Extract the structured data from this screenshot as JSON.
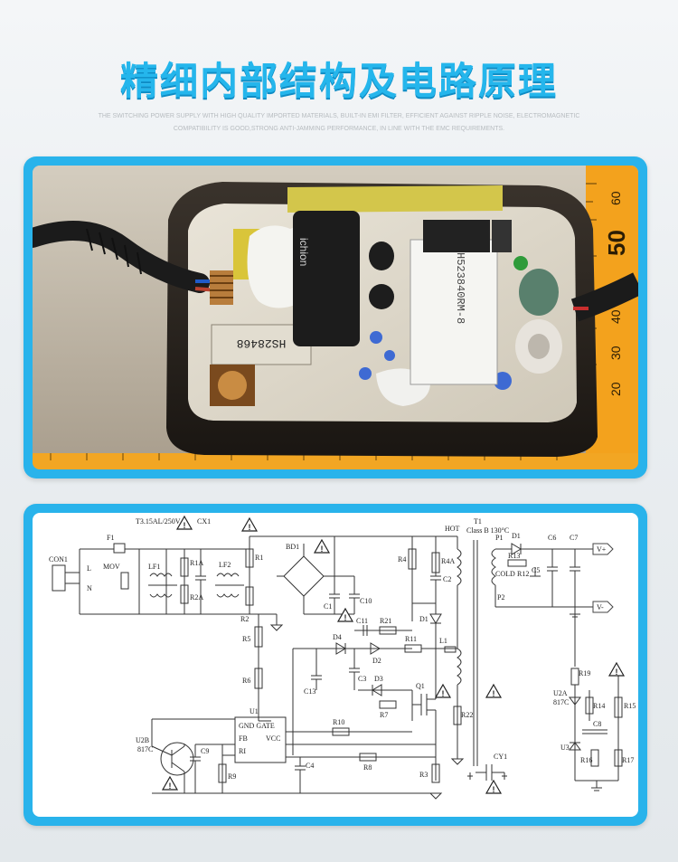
{
  "header": {
    "title": "精细内部结构及电路原理",
    "subtitle_line1": "THE SWITCHING POWER SUPPLY WITH HIGH QUALITY IMPORTED MATERIALS, BUILT-IN EMI FILTER, EFFICIENT AGAINST RIPPLE NOISE, ELECTROMAGNETIC",
    "subtitle_line2": "COMPATIBILITY IS GOOD,STRONG ANTI-JAMMING PERFORMANCE, IN LINE WITH THE EMC REQUIREMENTS."
  },
  "photo": {
    "labels": {
      "filter_part": "HS28468",
      "transformer_part": "H523840RM-8",
      "ruler_50": "50",
      "ruler_60": "60",
      "ruler_40": "40",
      "ruler_30": "30",
      "ruler_20": "20",
      "cap_brand": "ichion"
    }
  },
  "schematic": {
    "labels": {
      "con1": "CON1",
      "f1": "F1",
      "fuse_rating": "T3.15AL/250V",
      "cx1": "CX1",
      "mov": "MOV",
      "lf1": "LF1",
      "lf2": "LF2",
      "r1a": "R1A",
      "r2a": "R2A",
      "r1": "R1",
      "r2": "R2",
      "bd1": "BD1",
      "l": "L",
      "n": "N",
      "c1": "C1",
      "c10": "C10",
      "r4": "R4",
      "r4a": "R4A",
      "c2": "C2",
      "d1": "D1",
      "hot": "HOT",
      "t1": "T1",
      "t1_class": "Class B 130°C",
      "p1": "P1",
      "p2": "P2",
      "d1_out": "D1",
      "r13": "R13",
      "r12": "R12",
      "cold": "COLD",
      "c5": "C5",
      "c6": "C6",
      "c7": "C7",
      "vplus": "V+",
      "vminus": "V-",
      "r5": "R5",
      "r6": "R6",
      "d4": "D4",
      "c11": "C11",
      "r21": "R21",
      "d2": "D2",
      "r11": "R11",
      "l1": "L1",
      "c13": "C13",
      "c3": "C3",
      "d3": "D3",
      "r7": "R7",
      "q1": "Q1",
      "u1": "U1",
      "gnd_gate": "GND GATE",
      "fb": "FB",
      "vcc": "VCC",
      "ri": "RI",
      "r10": "R10",
      "r22": "R22",
      "u2b": "U2B",
      "u2b_part": "817C",
      "c9": "C9",
      "r9": "R9",
      "c4": "C4",
      "r8": "R8",
      "r3": "R3",
      "cy1": "CY1",
      "r19": "R19",
      "u2a": "U2A",
      "u2a_part": "817C",
      "r14": "R14",
      "r15": "R15",
      "u3": "U3",
      "c8": "C8",
      "r16": "R16",
      "r17": "R17"
    }
  }
}
